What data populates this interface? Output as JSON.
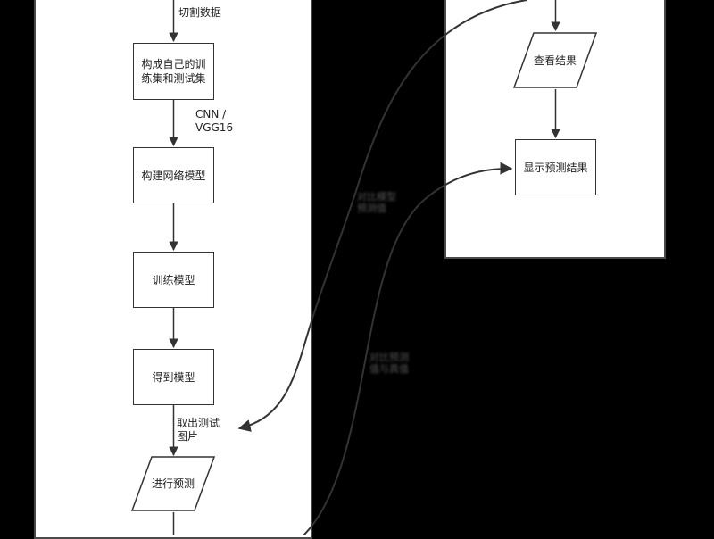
{
  "left_flow": {
    "edge_cut": "切割数据",
    "build_sets": "构成自己的训\n练集和测试集",
    "edge_model_type": "CNN /\nVGG16",
    "build_model": "构建网络模型",
    "train_model": "训练模型",
    "get_model": "得到模型",
    "edge_take_test": "取出测试\n图片",
    "predict": "进行预测"
  },
  "right_flow": {
    "view_results": "查看结果",
    "show_results": "显示预测结果"
  },
  "connector_labels": {
    "upper": "对比模型\n预测值",
    "lower": "对比预测\n值与真值"
  },
  "colors": {
    "background": "#000000",
    "panel": "#ffffff",
    "stroke": "#333333"
  }
}
